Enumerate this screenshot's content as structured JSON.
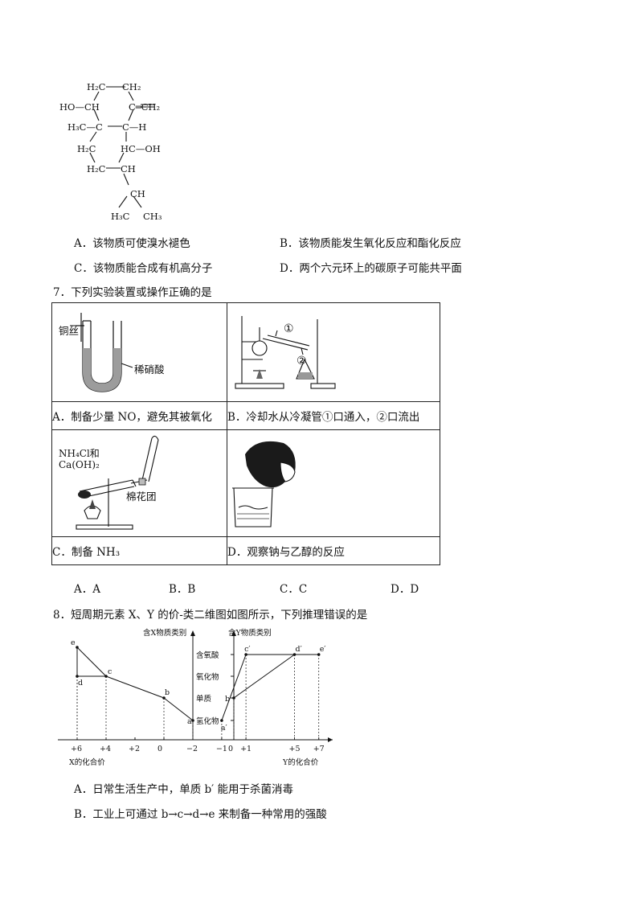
{
  "molecule": {
    "labels": {
      "h2_top_left": "H₂C",
      "ch2_top_right": "CH₂",
      "ho_ch": "HO—CH",
      "c_eq_ch2": "C═CH₂",
      "h3c_c": "H₃C—C",
      "c_h": "C—H",
      "h2c_left": "H₂C",
      "hc_oh": "HC—OH",
      "h2c_bottom": "H₂C",
      "ch_bottom": "CH",
      "ch_iso": "CH",
      "h3c_iso": "H₃C",
      "ch3_iso": "CH₃"
    }
  },
  "q6_options": {
    "A": "A．该物质可使溴水褪色",
    "B": "B．该物质能发生氧化反应和酯化反应",
    "C": "C．该物质能合成有机高分子",
    "D": "D．两个六元环上的碳原子可能共平面"
  },
  "q7": {
    "stem": "7．下列实验装置或操作正确的是",
    "cells": {
      "a_caption": "A．制备少量 NO，避免其被氧化",
      "b_caption": "B．冷却水从冷凝管①口通入，②口流出",
      "c_caption": "C．制备 NH₃",
      "d_caption": "D．观察钠与乙醇的反应",
      "a_label_wire": "铜丝",
      "a_label_acid": "稀硝酸",
      "b_label_1": "①",
      "b_label_2": "②",
      "c_label_reagent1": "NH₄Cl和",
      "c_label_reagent2": "Ca(OH)₂",
      "c_label_cotton": "棉花团"
    },
    "choices": [
      "A．A",
      "B．B",
      "C．C",
      "D．D"
    ]
  },
  "q8": {
    "stem": "8．短周期元素 X、Y 的价-类二维图如图所示，下列推理错误的是",
    "chart_data": [
      {
        "type": "line",
        "title": "",
        "ylabel": "含X物质类别",
        "xlabel": "X的化合价",
        "x_ticks": [
          "+6",
          "+4",
          "+2",
          "0",
          "−2"
        ],
        "y_categories": [
          "氢化物",
          "单质",
          "氧化物",
          "含氧酸"
        ],
        "points": [
          {
            "label": "e",
            "x": 6,
            "y": "含氧酸(上)"
          },
          {
            "label": "d",
            "x": 6,
            "y": "氧化物"
          },
          {
            "label": "c",
            "x": 4,
            "y": "氧化物"
          },
          {
            "label": "b",
            "x": 0,
            "y": "单质"
          },
          {
            "label": "a",
            "x": -2,
            "y": "氢化物"
          }
        ]
      },
      {
        "type": "line",
        "title": "",
        "ylabel": "含Y物质类别",
        "xlabel": "Y的化合价",
        "x_ticks": [
          "−1",
          "0",
          "+1",
          "+5",
          "+7"
        ],
        "y_categories": [
          "氢化物",
          "单质",
          "氧化物",
          "含氧酸"
        ],
        "points": [
          {
            "label": "a′",
            "x": -1,
            "y": "氢化物"
          },
          {
            "label": "b′",
            "x": 0,
            "y": "单质"
          },
          {
            "label": "c′",
            "x": 1,
            "y": "含氧酸"
          },
          {
            "label": "d′",
            "x": 5,
            "y": "含氧酸"
          },
          {
            "label": "e′",
            "x": 7,
            "y": "含氧酸"
          }
        ]
      }
    ],
    "options": {
      "A": "A．日常生活生产中，单质 b′ 能用于杀菌消毒",
      "B": "B．工业上可通过 b→c→d→e 来制备一种常用的强酸"
    }
  }
}
